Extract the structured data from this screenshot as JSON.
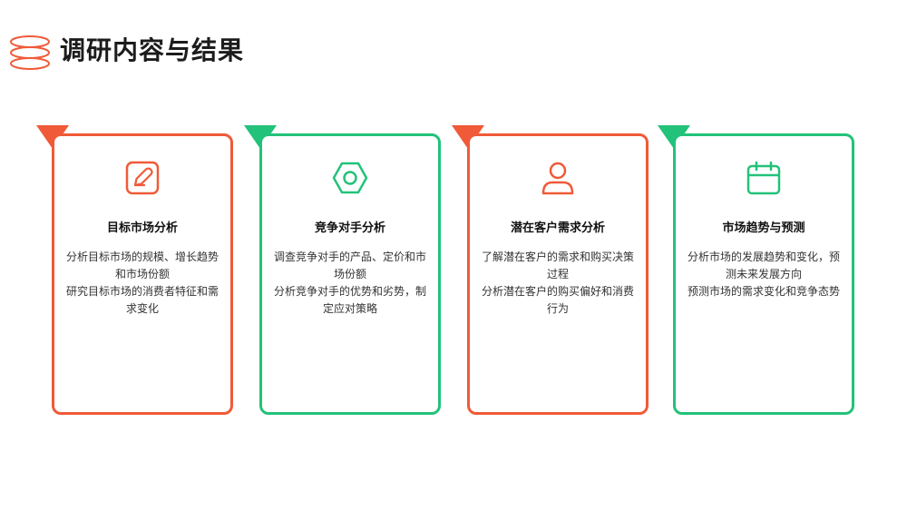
{
  "page": {
    "title": "调研内容与结果"
  },
  "colors": {
    "orange": "#f05a38",
    "green": "#23c27a"
  },
  "cards": [
    {
      "icon": "pen-icon",
      "title": "目标市场分析",
      "lines": [
        "分析目标市场的规模、增长趋势和市场份额",
        "研究目标市场的消费者特征和需求变化"
      ]
    },
    {
      "icon": "hexagon-nut-icon",
      "title": "竞争对手分析",
      "lines": [
        "调查竞争对手的产品、定价和市场份额",
        "分析竞争对手的优势和劣势，制定应对策略"
      ]
    },
    {
      "icon": "user-icon",
      "title": "潜在客户需求分析",
      "lines": [
        "了解潜在客户的需求和购买决策过程",
        "分析潜在客户的购买偏好和消费行为"
      ]
    },
    {
      "icon": "calendar-icon",
      "title": "市场趋势与预测",
      "lines": [
        "分析市场的发展趋势和变化，预测未来发展方向",
        "预测市场的需求变化和竞争态势"
      ]
    }
  ]
}
